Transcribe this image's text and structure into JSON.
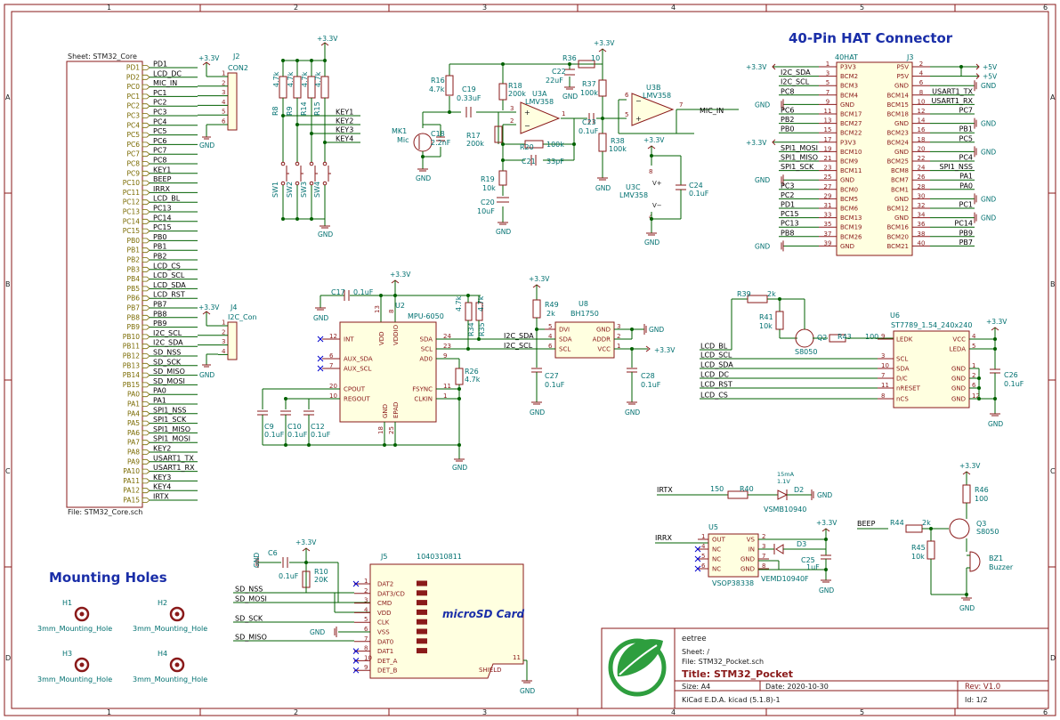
{
  "grid": {
    "cols": [
      "1",
      "2",
      "3",
      "4",
      "5",
      "6"
    ],
    "rows": [
      "A",
      "B",
      "C",
      "D"
    ]
  },
  "sheet_block": {
    "name_label": "Sheet: STM32_Core",
    "file_label": "File: STM32_Core.sch",
    "pins": [
      "PD1",
      "PD2",
      "PC0",
      "PC1",
      "PC2",
      "PC3",
      "PC4",
      "PC5",
      "PC6",
      "PC7",
      "PC8",
      "PC9",
      "PC10",
      "PC11",
      "PC12",
      "PC13",
      "PC14",
      "PC15",
      "PB0",
      "PB1",
      "PB2",
      "PB3",
      "PB4",
      "PB5",
      "PB6",
      "PB7",
      "PB8",
      "PB9",
      "PB10",
      "PB11",
      "PB12",
      "PB13",
      "PB14",
      "PB15",
      "PA0",
      "PA1",
      "PA4",
      "PA5",
      "PA6",
      "PA7",
      "PA8",
      "PA9",
      "PA10",
      "PA11",
      "PA12",
      "PA15"
    ],
    "nets": [
      "PD1",
      "LCD_DC",
      "MIC_IN",
      "PC1",
      "PC2",
      "PC3",
      "PC4",
      "PC5",
      "PC6",
      "PC7",
      "PC8",
      "KEY1",
      "BEEP",
      "IRRX",
      "LCD_BL",
      "PC13",
      "PC14",
      "PC15",
      "PB0",
      "PB1",
      "PB2",
      "LCD_CS",
      "LCD_SCL",
      "LCD_SDA",
      "LCD_RST",
      "PB7",
      "PB8",
      "PB9",
      "I2C_SCL",
      "I2C_SDA",
      "SD_NSS",
      "SD_SCK",
      "SD_MISO",
      "SD_MOSI",
      "PA0",
      "PA1",
      "SPI1_NSS",
      "SPI1_SCK",
      "SPI1_MISO",
      "SPI1_MOSI",
      "KEY2",
      "USART1_TX",
      "USART1_RX",
      "KEY3",
      "KEY4",
      "IRTX"
    ]
  },
  "j2": {
    "ref": "J2",
    "value": "CON2",
    "pwr": "+3.3V",
    "gnd": "GND",
    "pins": [
      "1",
      "2",
      "3",
      "4",
      "5",
      "6"
    ]
  },
  "j4": {
    "ref": "J4",
    "value": "I2C_Con",
    "pwr": "+3.3V",
    "gnd": "GND",
    "pins": [
      "1",
      "2",
      "3",
      "4"
    ]
  },
  "keys": {
    "pwr": "+3.3V",
    "gnd": "GND",
    "resistors": [
      {
        "ref": "R8",
        "value": "4.7k"
      },
      {
        "ref": "R9",
        "value": "4.7k"
      },
      {
        "ref": "R14",
        "value": "4.7k"
      },
      {
        "ref": "R15",
        "value": "4.7k"
      }
    ],
    "switches": [
      "SW1",
      "SW2",
      "SW3",
      "SW4"
    ],
    "nets": [
      "KEY1",
      "KEY2",
      "KEY3",
      "KEY4"
    ]
  },
  "mic": {
    "mk1": "MK1",
    "mk1_val": "Mic",
    "c18": "C18",
    "c18_val": "2.2nF",
    "r16": "R16",
    "r16_val": "4.7k",
    "c19": "C19",
    "c19_val": "0.33uF",
    "r18": "R18",
    "r18_val": "200k",
    "r17": "R17",
    "r17_val": "200k",
    "r19": "R19",
    "r19_val": "10k",
    "c20": "C20",
    "c20_val": "10uF",
    "u3a": "U3A",
    "u3a_val": "LMV358",
    "r20": "R20",
    "r20_val": "100k",
    "c21": "C21",
    "c21_val": "33pF",
    "r36": "R36",
    "r36_val": "10",
    "c22": "C22",
    "c22_val": "22uF",
    "r37": "R37",
    "r37_val": "100k",
    "c23": "C23",
    "c23_val": "0.1uF",
    "r38": "R38",
    "r38_val": "100k",
    "u3b": "U3B",
    "u3b_val": "LMV358",
    "u3c": "U3C",
    "u3c_val": "LMV358",
    "c24": "C24",
    "c24_val": "0.1uF",
    "net_out": "MIC_IN",
    "pwr": "+3.3V",
    "gnd": "GND",
    "pin_nums": {
      "p1": "1",
      "p2": "2",
      "p3": "3",
      "p5": "5",
      "p6": "6",
      "p7": "7",
      "p8": "8",
      "p4": "4"
    }
  },
  "hat": {
    "title": "40-Pin HAT Connector",
    "ref": "J3",
    "value": "40HAT",
    "left_pins": [
      {
        "n": "1",
        "name": "P3V3",
        "net": "+3.3V"
      },
      {
        "n": "3",
        "name": "BCM2",
        "net": "I2C_SDA"
      },
      {
        "n": "5",
        "name": "BCM3",
        "net": "I2C_SCL"
      },
      {
        "n": "7",
        "name": "BCM4",
        "net": "PC8"
      },
      {
        "n": "9",
        "name": "GND",
        "net": "GND"
      },
      {
        "n": "11",
        "name": "BCM17",
        "net": "PC6"
      },
      {
        "n": "13",
        "name": "BCM27",
        "net": "PB2"
      },
      {
        "n": "15",
        "name": "BCM22",
        "net": "PB0"
      },
      {
        "n": "17",
        "name": "P3V3",
        "net": "+3.3V"
      },
      {
        "n": "19",
        "name": "BCM10",
        "net": "SPI1_MOSI"
      },
      {
        "n": "21",
        "name": "BCM9",
        "net": "SPI1_MISO"
      },
      {
        "n": "23",
        "name": "BCM11",
        "net": "SPI1_SCK"
      },
      {
        "n": "25",
        "name": "GND",
        "net": "GND"
      },
      {
        "n": "27",
        "name": "BCM0",
        "net": "PC3"
      },
      {
        "n": "29",
        "name": "BCM5",
        "net": "PC2"
      },
      {
        "n": "31",
        "name": "BCM6",
        "net": "PD1"
      },
      {
        "n": "33",
        "name": "BCM13",
        "net": "PC15"
      },
      {
        "n": "35",
        "name": "BCM19",
        "net": "PC13"
      },
      {
        "n": "37",
        "name": "BCM26",
        "net": "PB8"
      },
      {
        "n": "39",
        "name": "GND",
        "net": "GND"
      }
    ],
    "right_pins": [
      {
        "n": "2",
        "name": "P5V",
        "net": "+5V"
      },
      {
        "n": "4",
        "name": "P5V",
        "net": "+5V"
      },
      {
        "n": "6",
        "name": "GND",
        "net": "GND"
      },
      {
        "n": "8",
        "name": "BCM14",
        "net": "USART1_TX"
      },
      {
        "n": "10",
        "name": "BCM15",
        "net": "USART1_RX"
      },
      {
        "n": "12",
        "name": "BCM18",
        "net": "PC7"
      },
      {
        "n": "14",
        "name": "GND",
        "net": "GND"
      },
      {
        "n": "16",
        "name": "BCM23",
        "net": "PB1"
      },
      {
        "n": "18",
        "name": "BCM24",
        "net": "PC5"
      },
      {
        "n": "20",
        "name": "GND",
        "net": "GND"
      },
      {
        "n": "22",
        "name": "BCM25",
        "net": "PC4"
      },
      {
        "n": "24",
        "name": "BCM8",
        "net": "SPI1_NSS"
      },
      {
        "n": "26",
        "name": "BCM7",
        "net": "PA1"
      },
      {
        "n": "28",
        "name": "BCM1",
        "net": "PA0"
      },
      {
        "n": "30",
        "name": "GND",
        "net": "GND"
      },
      {
        "n": "32",
        "name": "BCM12",
        "net": "PC1"
      },
      {
        "n": "34",
        "name": "GND",
        "net": "GND"
      },
      {
        "n": "36",
        "name": "BCM16",
        "net": "PC14"
      },
      {
        "n": "38",
        "name": "BCM20",
        "net": "PB9"
      },
      {
        "n": "40",
        "name": "BCM21",
        "net": "PB7"
      }
    ]
  },
  "imu": {
    "ref": "U2",
    "value": "MPU-6050",
    "c17": "C17",
    "c17_val": "0.1uF",
    "r34": "R34",
    "r34_val": "4.7k",
    "r35": "R35",
    "r35_val": "4.7k",
    "r26": "R26",
    "r26_val": "4.7k",
    "c9": "C9",
    "c9_val": "0.1uF",
    "c10": "C10",
    "c10_val": "0.1uF",
    "c12": "C12",
    "c12_val": "0.1uF",
    "pins_left": [
      {
        "n": "12",
        "name": "INT"
      },
      {
        "n": "6",
        "name": "AUX_SDA"
      },
      {
        "n": "7",
        "name": "AUX_SCL"
      },
      {
        "n": "20",
        "name": "CPOUT"
      },
      {
        "n": "10",
        "name": "REGOUT"
      }
    ],
    "pins_right": [
      {
        "n": "24",
        "name": "SDA"
      },
      {
        "n": "23",
        "name": "SCL"
      },
      {
        "n": "9",
        "name": "AD0"
      },
      {
        "n": "11",
        "name": "FSYNC"
      },
      {
        "n": "1",
        "name": "CLKIN"
      }
    ],
    "pins_top": [
      {
        "n": "13",
        "name": "VDD"
      },
      {
        "n": "8",
        "name": "VDDIO"
      }
    ],
    "pins_bot": [
      {
        "n": "18",
        "name": "GND"
      },
      {
        "n": "25",
        "name": "EPAD"
      }
    ],
    "net_sda": "I2C_SDA",
    "net_scl": "I2C_SCL",
    "pwr": "+3.3V",
    "gnd": "GND"
  },
  "light": {
    "ref": "U8",
    "value": "BH1750",
    "r49": "R49",
    "r49_val": "2k",
    "c27": "C27",
    "c27_val": "0.1uF",
    "c28": "C28",
    "c28_val": "0.1uF",
    "pins_left": [
      {
        "n": "5",
        "name": "DVI"
      },
      {
        "n": "4",
        "name": "SDA"
      },
      {
        "n": "6",
        "name": "SCL"
      }
    ],
    "pins_right": [
      {
        "n": "3",
        "name": "GND"
      },
      {
        "n": "2",
        "name": "ADDR"
      },
      {
        "n": "1",
        "name": "VCC"
      }
    ],
    "pwr": "+3.3V",
    "gnd": "GND"
  },
  "lcd": {
    "ref": "U6",
    "value": "ST7789_1.54_240x240",
    "r39": "R39",
    "r39_val": "2k",
    "r41": "R41",
    "r41_val": "10k",
    "q2": "Q2",
    "q2_val": "S8050",
    "r43": "R43",
    "r43_val": "100",
    "c26": "C26",
    "c26_val": "0.1uF",
    "nets": [
      "LCD_BL",
      "LCD_SCL",
      "LCD_SDA",
      "LCD_DC",
      "LCD_RST",
      "LCD_CS"
    ],
    "pins_left": [
      {
        "n": "9",
        "name": "LEDK"
      },
      {
        "n": "3",
        "name": "SCL"
      },
      {
        "n": "10",
        "name": "SDA"
      },
      {
        "n": "7",
        "name": "D/C"
      },
      {
        "n": "11",
        "name": "nRESET"
      },
      {
        "n": "8",
        "name": "nCS"
      }
    ],
    "pins_right": [
      {
        "n": "4",
        "name": "VCC"
      },
      {
        "n": "5",
        "name": "LEDA"
      },
      {
        "n": "1",
        "name": "GND"
      },
      {
        "n": "2",
        "name": "GND"
      },
      {
        "n": "6",
        "name": "GND"
      },
      {
        "n": "12",
        "name": "GND"
      }
    ],
    "pwr": "+3.3V"
  },
  "ir": {
    "net_tx": "IRTX",
    "r40": "R40",
    "r40_val": "150",
    "d2": "D2",
    "d2_val": "VSMB10940",
    "d2_note1": "15mA",
    "d2_note2": "1.1V",
    "net_rx": "IRRX",
    "u5": "U5",
    "u5_val": "VSOP38338",
    "u5_left": [
      {
        "n": "1",
        "name": "OUT"
      },
      {
        "n": "4",
        "name": "NC"
      },
      {
        "n": "5",
        "name": "NC"
      },
      {
        "n": "6",
        "name": "NC"
      }
    ],
    "u5_right": [
      {
        "n": "2",
        "name": "VS"
      },
      {
        "n": "3",
        "name": "IN"
      },
      {
        "n": "7",
        "name": "GND"
      },
      {
        "n": "8",
        "name": "GND"
      }
    ],
    "d3": "D3",
    "d3_val": "VEMD10940F",
    "c25": "C25",
    "c25_val": "1uF",
    "pwr": "+3.3V",
    "gnd": "GND"
  },
  "buzzer": {
    "net": "BEEP",
    "r44": "R44",
    "r44_val": "2k",
    "r45": "R45",
    "r45_val": "10k",
    "q3": "Q3",
    "q3_val": "S8050",
    "r46": "R46",
    "r46_val": "100",
    "bz1": "BZ1",
    "bz1_val": "Buzzer",
    "pwr": "+3.3V",
    "gnd": "GND"
  },
  "sd": {
    "ref": "J5",
    "value": "1040310811",
    "c6": "C6",
    "c6_val": "0.1uF",
    "r10": "R10",
    "r10_val": "20K",
    "card_label": "microSD Card",
    "pins": [
      {
        "n": "1",
        "name": "DAT2"
      },
      {
        "n": "2",
        "name": "DAT3/CD"
      },
      {
        "n": "3",
        "name": "CMD"
      },
      {
        "n": "4",
        "name": "VDD"
      },
      {
        "n": "5",
        "name": "CLK"
      },
      {
        "n": "6",
        "name": "VSS"
      },
      {
        "n": "7",
        "name": "DAT0"
      },
      {
        "n": "8",
        "name": "DAT1"
      },
      {
        "n": "10",
        "name": "DET_A"
      },
      {
        "n": "9",
        "name": "DET_B"
      }
    ],
    "shield": {
      "n": "11",
      "name": "SHIELD"
    },
    "nets": [
      "SD_NSS",
      "SD_MOSI",
      "SD_SCK",
      "SD_MISO"
    ],
    "pwr": "+3.3V",
    "gnd": "GND"
  },
  "holes": {
    "title": "Mounting Holes",
    "items": [
      {
        "ref": "H1",
        "value": "3mm_Mounting_Hole"
      },
      {
        "ref": "H2",
        "value": "3mm_Mounting_Hole"
      },
      {
        "ref": "H3",
        "value": "3mm_Mounting_Hole"
      },
      {
        "ref": "H4",
        "value": "3mm_Mounting_Hole"
      }
    ]
  },
  "title_block": {
    "company": "eetree",
    "sheet": "Sheet: /",
    "file": "File: STM32_Pocket.sch",
    "title": "Title: STM32_Pocket",
    "size": "Size: A4",
    "date": "Date: 2020-10-30",
    "rev": "Rev: V1.0",
    "tool": "KiCad E.D.A.  kicad (5.1.8)-1",
    "id": "Id: 1/2",
    "logo_color": "#2e9e3e"
  }
}
